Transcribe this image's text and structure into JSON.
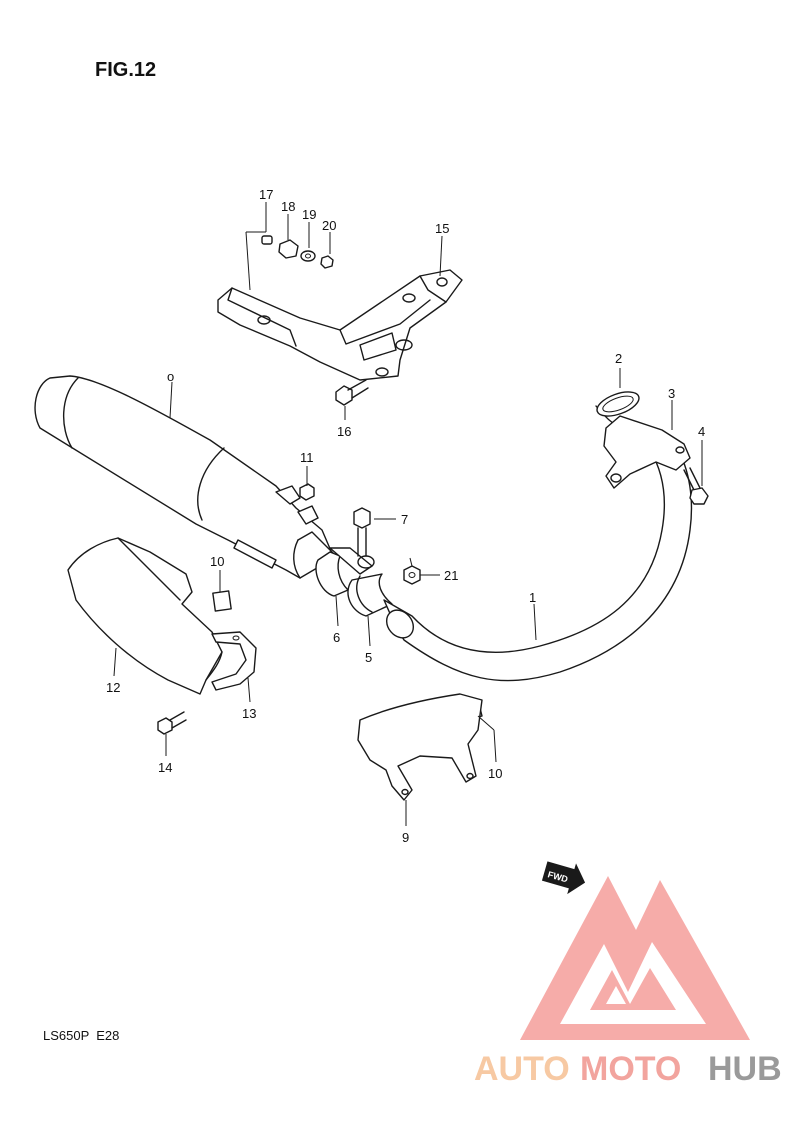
{
  "figure_title": "FIG.12",
  "model_code": "LS650P  E28",
  "fwd_label": "FWD",
  "watermark": {
    "part1": "AUTO",
    "part2": "MOTO",
    "part3": "HUB",
    "colors": {
      "logo": "#f5a3a0",
      "auto": "#f7c9a3",
      "moto": "#f2a49e",
      "hub": "#9a9a9a"
    }
  },
  "callouts": {
    "c1": "1",
    "c2": "2",
    "c3": "3",
    "c4": "4",
    "c5": "5",
    "c6": "6",
    "c7": "7",
    "c9": "9",
    "c10a": "10",
    "c10b": "10",
    "c11": "11",
    "c12": "12",
    "c13": "13",
    "c14": "14",
    "c15": "15",
    "c16": "16",
    "c17": "17",
    "c18": "18",
    "c19": "19",
    "c20": "20",
    "c21": "21",
    "c0": "o"
  }
}
